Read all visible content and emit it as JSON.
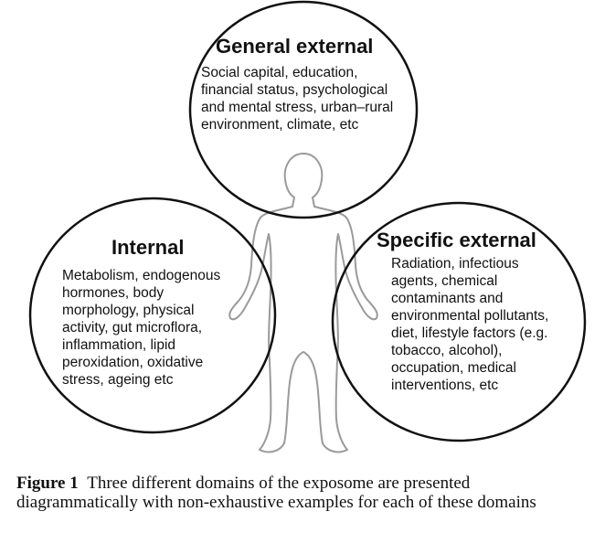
{
  "domains": {
    "general_external": {
      "title": "General external",
      "lines": [
        "Social capital, education,",
        "financial status, psychological",
        "and mental stress, urban–rural",
        "environment, climate, etc"
      ]
    },
    "internal": {
      "title": "Internal",
      "lines": [
        "Metabolism, endogenous",
        "hormones, body",
        "morphology, physical",
        "activity, gut microflora,",
        "inflammation, lipid",
        "peroxidation, oxidative",
        "stress, ageing etc"
      ]
    },
    "specific_external": {
      "title": "Specific external",
      "lines": [
        "Radiation, infectious",
        "agents, chemical",
        "contaminants and",
        "environmental pollutants,",
        "diet, lifestyle factors (e.g.",
        "tobacco, alcohol),",
        "occupation, medical",
        "interventions, etc"
      ]
    }
  },
  "caption": {
    "label": "Figure 1",
    "text": "Three different domains of the exposome are presented diagrammatically with non-exhaustive examples for each of these domains"
  }
}
